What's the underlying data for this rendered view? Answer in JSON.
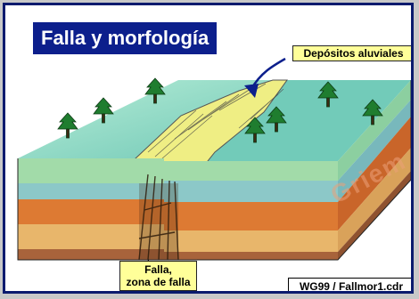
{
  "title": "Falla y morfología",
  "labels": {
    "deposits": "Depósitos aluviales",
    "fault_line1": "Falla,",
    "fault_line2": "zona de falla"
  },
  "credit": "WG99 / Fallmor1.cdr",
  "watermark": "Griem",
  "colors": {
    "frame": "#0a1a6e",
    "title_bg": "#0c1f8c",
    "label_bg": "#ffff99",
    "surface": "#7fd3bf",
    "deposit": "#f0ee80",
    "layer_green": "#9ed9a8",
    "layer_blue": "#8ecbcb",
    "layer_orange": "#e07a2e",
    "layer_tan": "#e6b36a",
    "layer_brown": "#a9653a",
    "tree": "#1d7a2c"
  }
}
